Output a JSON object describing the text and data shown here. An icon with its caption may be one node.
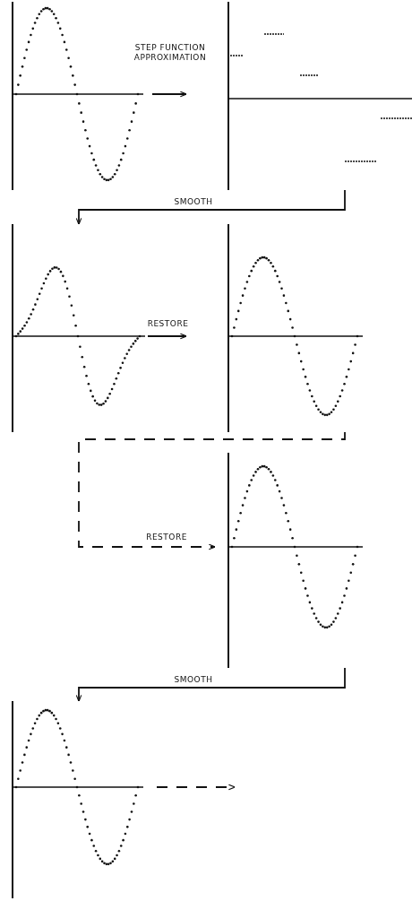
{
  "diagram": {
    "nodes": [
      {
        "text": [],
        "shape": "picture"
      },
      {
        "text": [],
        "shape": "picture"
      },
      {
        "text": [],
        "shape": "picture"
      },
      {
        "text": [],
        "shape": "picture"
      },
      {
        "text": [],
        "shape": "picture"
      },
      {
        "text": [],
        "shape": "picture"
      }
    ],
    "edges": [
      {
        "from": 0,
        "to": 1,
        "arrow": "to",
        "label": "STEP FUNCTION APPROXIMATION"
      },
      {
        "from": 1,
        "to": 2,
        "arrow": "to",
        "label": "SMOOTH"
      },
      {
        "from": 2,
        "to": 3,
        "arrow": "to",
        "label": "RESTORE"
      },
      {
        "from": 3,
        "to": 4,
        "arrow": "to",
        "label": "RESTORE",
        "style": "dashed"
      },
      {
        "from": 4,
        "to": 5,
        "arrow": "to",
        "label": "SMOOTH"
      },
      {
        "from": 5,
        "to": null,
        "arrow": "to",
        "style": "dashed"
      }
    ]
  }
}
